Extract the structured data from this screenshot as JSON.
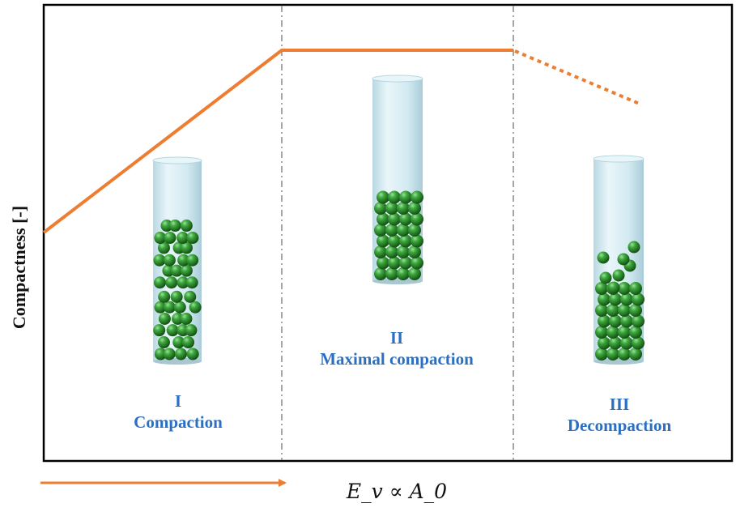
{
  "axis": {
    "y_label": "Compactness [-]",
    "x_label": "E_v ∝ A_0"
  },
  "regions": [
    {
      "numeral": "I",
      "name": "Compaction"
    },
    {
      "numeral": "II",
      "name": "Maximal compaction"
    },
    {
      "numeral": "III",
      "name": "Decompaction"
    }
  ],
  "colors": {
    "trend_line": "#ed7d31",
    "spheres": "#2e8b2e",
    "region_text": "#2a6fc1",
    "tube": "#d6ecf2",
    "divider": "#888888"
  },
  "icons": [
    "tube-icon",
    "sphere-icon",
    "arrow-right-icon"
  ]
}
